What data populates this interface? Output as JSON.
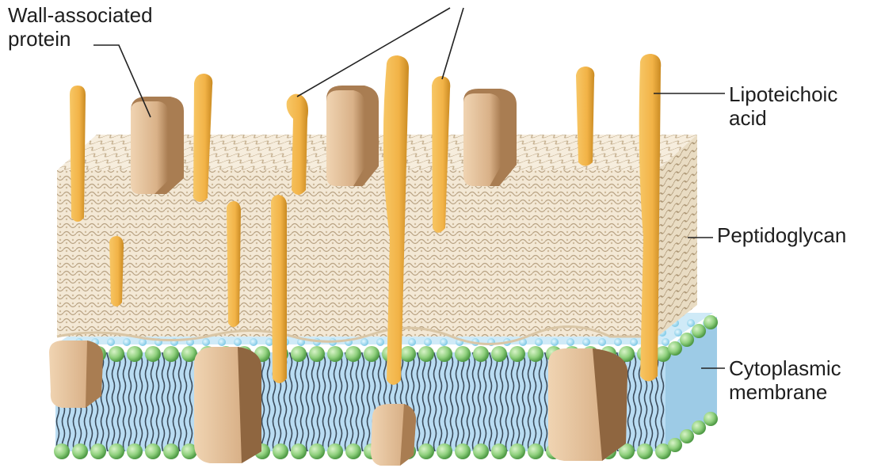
{
  "labels": {
    "wall_associated_protein": {
      "line1": "Wall-associated",
      "line2": "protein"
    },
    "lipoteichoic_acid": {
      "line1": "Lipoteichoic",
      "line2": "acid"
    },
    "peptidoglycan": {
      "line1": "Peptidoglycan"
    },
    "cytoplasmic_membrane": {
      "line1": "Cytoplasmic",
      "line2": "membrane"
    }
  },
  "colors": {
    "peptidoglycan_fill": "#efe2cc",
    "peptidoglycan_mesh": "#b8a283",
    "teichoic_acid": "#f2b347",
    "teichoic_edge": "#c98a22",
    "protein_light": "#e8c7a0",
    "protein_dark": "#a97d52",
    "membrane_blue": "#a9d4ef",
    "lipid_head": "#8fd07d",
    "lipid_tail": "#3a4a5a"
  }
}
